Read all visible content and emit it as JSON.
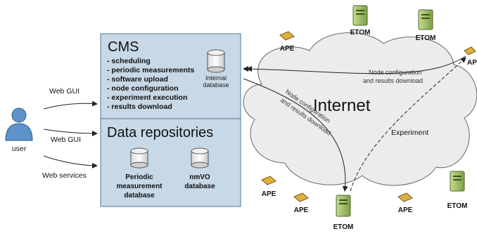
{
  "cms": {
    "title": "CMS",
    "features": [
      "- scheduling",
      "- periodic measurements",
      "- software upload",
      "- node configuration",
      "- experiment execution",
      "- results download"
    ],
    "internal_db": [
      "Internal",
      "database"
    ]
  },
  "repos": {
    "title": "Data repositories",
    "db1": [
      "Periodic",
      "measurement",
      "database"
    ],
    "db2": [
      "nmVO",
      "database"
    ]
  },
  "user": {
    "label": "user"
  },
  "access": {
    "webgui1": "Web GUI",
    "webgui2": "Web GUI",
    "webservices": "Web services"
  },
  "cloud": {
    "label": "Internet"
  },
  "arrows": {
    "upper": [
      "Node configuration",
      "and results download"
    ],
    "diag": [
      "Node configuration",
      "and results download"
    ],
    "experiment": "Experiment"
  },
  "nodes": {
    "etom": "ETOM",
    "ape": "APE"
  },
  "colors": {
    "panel": "#c7d8e6",
    "panel_border": "#6f8ba3",
    "cloud": "#ececec",
    "server": "#9bb860",
    "ape": "#e0b040",
    "user": "#5d93c8"
  }
}
